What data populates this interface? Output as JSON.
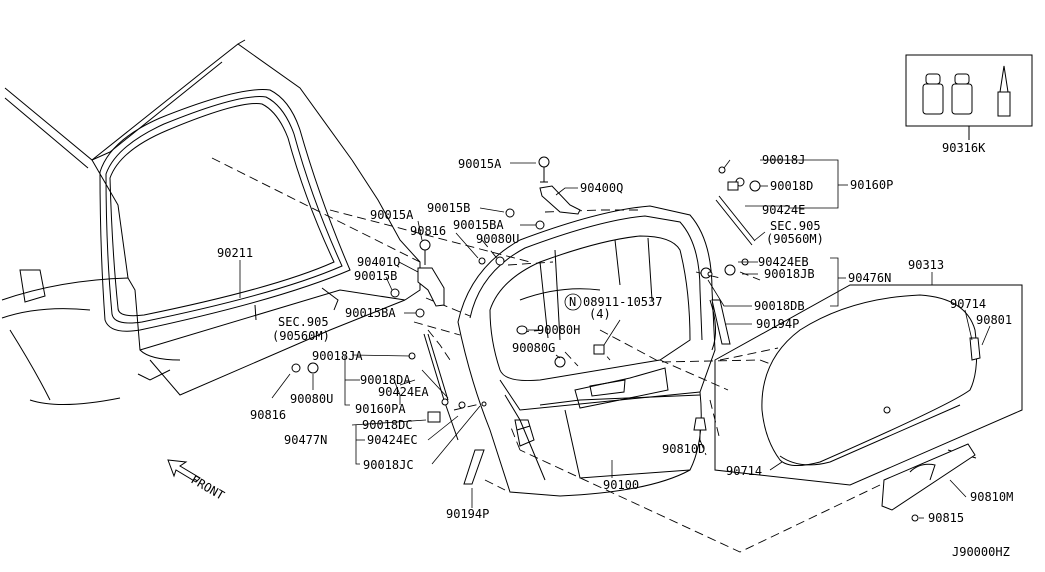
{
  "diagram": {
    "drawing_code": "J90000HZ",
    "front_label": "FRONT",
    "labels": [
      {
        "key": "p90015A_top",
        "text": "90015A"
      },
      {
        "key": "p90400Q",
        "text": "90400Q"
      },
      {
        "key": "p90015B_top",
        "text": "90015B"
      },
      {
        "key": "p90015BA_top",
        "text": "90015BA"
      },
      {
        "key": "p90080U_top",
        "text": "90080U"
      },
      {
        "key": "p90015A_left",
        "text": "90015A"
      },
      {
        "key": "p90816_top",
        "text": "90816"
      },
      {
        "key": "p90211",
        "text": "90211"
      },
      {
        "key": "p90401Q",
        "text": "90401Q"
      },
      {
        "key": "p90015B_left",
        "text": "90015B"
      },
      {
        "key": "p90015BA_left",
        "text": "90015BA"
      },
      {
        "key": "sec905_left",
        "text": "SEC.905"
      },
      {
        "key": "sec905_left_sub",
        "text": "(90560M)"
      },
      {
        "key": "p90018JA",
        "text": "90018JA"
      },
      {
        "key": "p90018DA",
        "text": "90018DA"
      },
      {
        "key": "p90424EA",
        "text": "90424EA"
      },
      {
        "key": "p90080U_left",
        "text": "90080U"
      },
      {
        "key": "p90816_left",
        "text": "90816"
      },
      {
        "key": "p90160PA",
        "text": "90160PA"
      },
      {
        "key": "p90018DC",
        "text": "90018DC"
      },
      {
        "key": "p90477N",
        "text": "90477N"
      },
      {
        "key": "p90424EC",
        "text": "90424EC"
      },
      {
        "key": "p90018JC",
        "text": "90018JC"
      },
      {
        "key": "p90194P_bottom",
        "text": "90194P"
      },
      {
        "key": "p08911",
        "text": "08911-10537"
      },
      {
        "key": "p08911_qty",
        "text": "(4)"
      },
      {
        "key": "p08911_prefix",
        "text": "N"
      },
      {
        "key": "p90080H",
        "text": "90080H"
      },
      {
        "key": "p90080G",
        "text": "90080G"
      },
      {
        "key": "p90100",
        "text": "90100"
      },
      {
        "key": "p90810D",
        "text": "90810D"
      },
      {
        "key": "p90018J",
        "text": "90018J"
      },
      {
        "key": "p90018D",
        "text": "90018D"
      },
      {
        "key": "p90160P",
        "text": "90160P"
      },
      {
        "key": "p90424E",
        "text": "90424E"
      },
      {
        "key": "sec905_right",
        "text": "SEC.905"
      },
      {
        "key": "sec905_right_sub",
        "text": "(90560M)"
      },
      {
        "key": "p90424EB",
        "text": "90424EB"
      },
      {
        "key": "p90018JB",
        "text": "90018JB"
      },
      {
        "key": "p90476N",
        "text": "90476N"
      },
      {
        "key": "p90018DB",
        "text": "90018DB"
      },
      {
        "key": "p90194P_right",
        "text": "90194P"
      },
      {
        "key": "p90313",
        "text": "90313"
      },
      {
        "key": "p90714_top",
        "text": "90714"
      },
      {
        "key": "p90801",
        "text": "90801"
      },
      {
        "key": "p90714_bottom",
        "text": "90714"
      },
      {
        "key": "p90810M",
        "text": "90810M"
      },
      {
        "key": "p90815",
        "text": "90815"
      },
      {
        "key": "p90316K",
        "text": "90316K"
      }
    ]
  }
}
